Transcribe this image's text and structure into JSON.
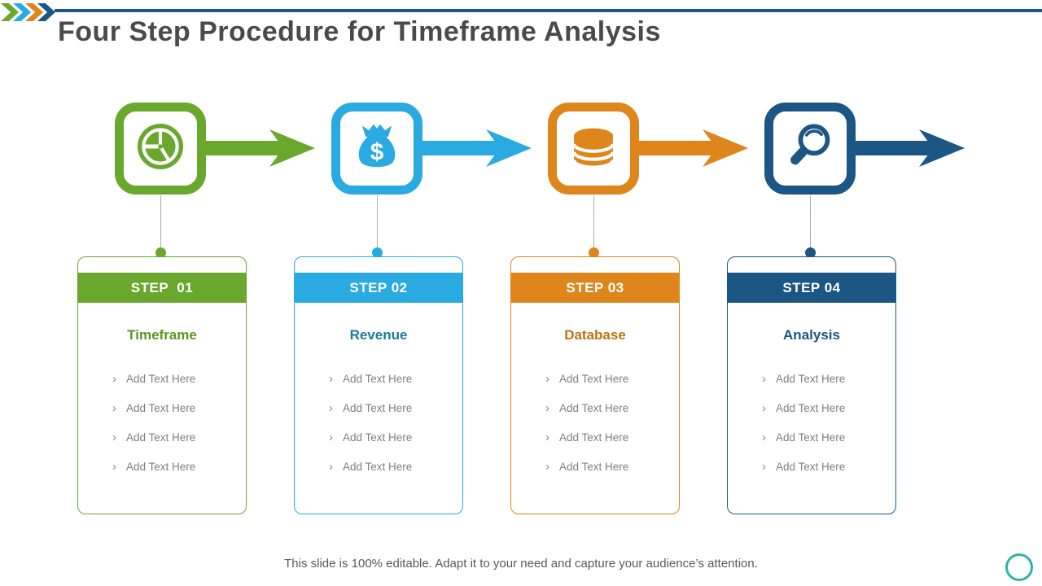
{
  "slide": {
    "title": "Four Step Procedure for Timeframe Analysis",
    "footer": "This slide is 100% editable. Adapt it to your need and capture your audience’s attention."
  },
  "palette": {
    "green": "#69A82D",
    "light_blue": "#29ABE2",
    "orange": "#DE861B",
    "dark_blue": "#1B5684",
    "logo_teal": "#2FB3A9",
    "title_gray": "#4A4A4A",
    "body_gray": "#7F7F7F"
  },
  "steps": [
    {
      "label": "STEP  01",
      "title": "Timeframe",
      "icon": "clock-icon",
      "bullet_marker": "›",
      "bullets": [
        "Add Text Here",
        "Add Text Here",
        "Add Text Here",
        "Add Text Here"
      ]
    },
    {
      "label": "STEP 02",
      "title": "Revenue",
      "icon": "money-bag-icon",
      "bullet_marker": "›",
      "bullets": [
        "Add Text Here",
        "Add Text Here",
        "Add Text Here",
        "Add Text Here"
      ]
    },
    {
      "label": "STEP 03",
      "title": "Database",
      "icon": "database-icon",
      "bullet_marker": "›",
      "bullets": [
        "Add Text Here",
        "Add Text Here",
        "Add Text Here",
        "Add Text Here"
      ]
    },
    {
      "label": "STEP 04",
      "title": "Analysis",
      "icon": "magnifier-icon",
      "bullet_marker": "›",
      "bullets": [
        "Add Text Here",
        "Add Text Here",
        "Add Text Here",
        "Add Text Here"
      ]
    }
  ]
}
